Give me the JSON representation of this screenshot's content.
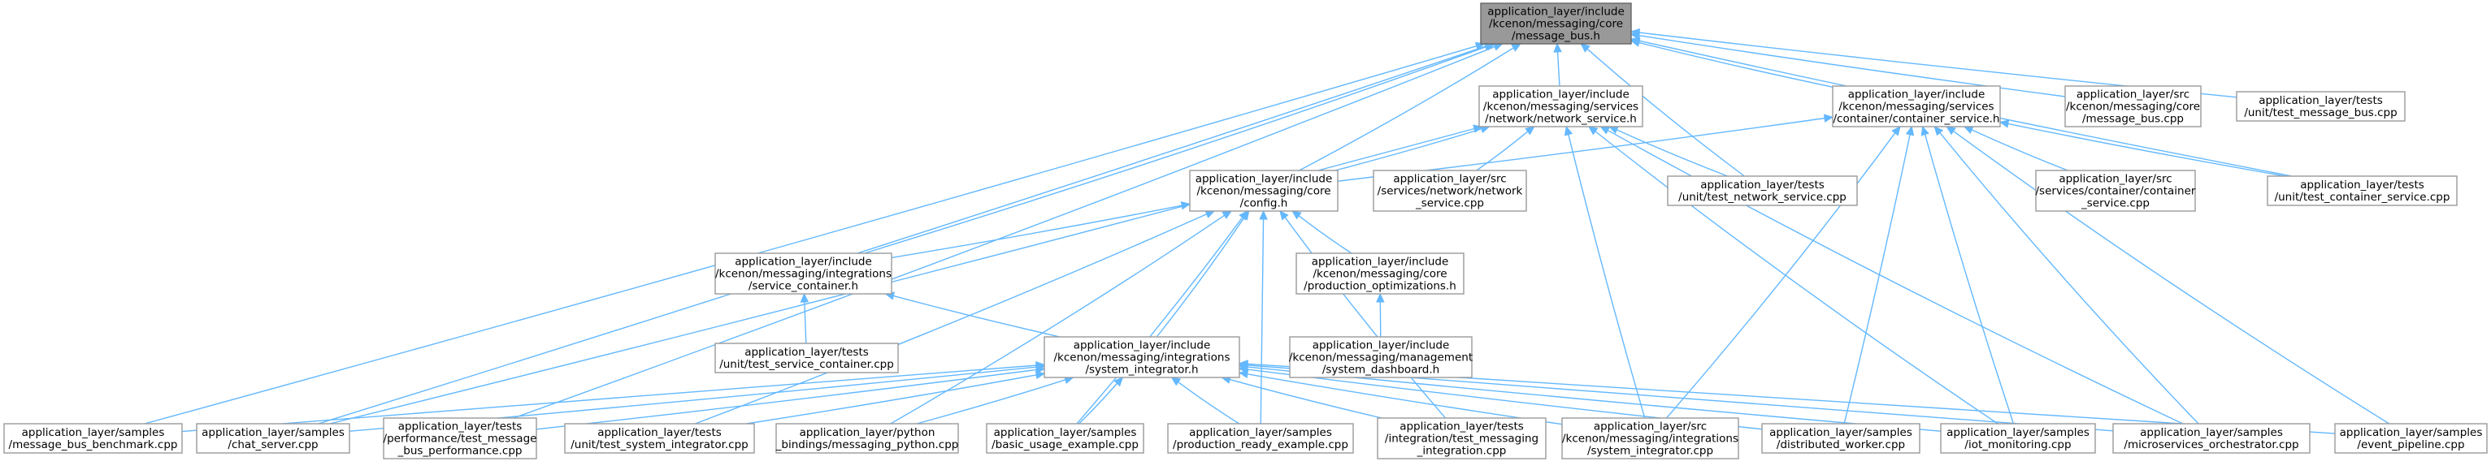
{
  "graph": {
    "edge_color": "#63b8ff",
    "nodes": [
      {
        "id": "message_bus_h",
        "lines": [
          "application_layer/include",
          "/kcenon/messaging/core",
          "/message_bus.h"
        ],
        "focus": true
      },
      {
        "id": "network_service_h",
        "lines": [
          "application_layer/include",
          "/kcenon/messaging/services",
          "/network/network_service.h"
        ]
      },
      {
        "id": "container_service_h",
        "lines": [
          "application_layer/include",
          "/kcenon/messaging/services",
          "/container/container_service.h"
        ]
      },
      {
        "id": "src_message_bus_cpp",
        "lines": [
          "application_layer/src",
          "/kcenon/messaging/core",
          "/message_bus.cpp"
        ]
      },
      {
        "id": "test_message_bus_cpp",
        "lines": [
          "application_layer/tests",
          "/unit/test_message_bus.cpp"
        ]
      },
      {
        "id": "config_h",
        "lines": [
          "application_layer/include",
          "/kcenon/messaging/core",
          "/config.h"
        ]
      },
      {
        "id": "src_network_service_cpp",
        "lines": [
          "application_layer/src",
          "/services/network/network",
          "_service.cpp"
        ]
      },
      {
        "id": "test_network_service_cpp",
        "lines": [
          "application_layer/tests",
          "/unit/test_network_service.cpp"
        ]
      },
      {
        "id": "src_container_service_cpp",
        "lines": [
          "application_layer/src",
          "/services/container/container",
          "_service.cpp"
        ]
      },
      {
        "id": "test_container_service_cpp",
        "lines": [
          "application_layer/tests",
          "/unit/test_container_service.cpp"
        ]
      },
      {
        "id": "service_container_h",
        "lines": [
          "application_layer/include",
          "/kcenon/messaging/integrations",
          "/service_container.h"
        ]
      },
      {
        "id": "production_optimizations_h",
        "lines": [
          "application_layer/include",
          "/kcenon/messaging/core",
          "/production_optimizations.h"
        ]
      },
      {
        "id": "test_service_container_cpp",
        "lines": [
          "application_layer/tests",
          "/unit/test_service_container.cpp"
        ]
      },
      {
        "id": "system_integrator_h",
        "lines": [
          "application_layer/include",
          "/kcenon/messaging/integrations",
          "/system_integrator.h"
        ]
      },
      {
        "id": "system_dashboard_h",
        "lines": [
          "application_layer/include",
          "/kcenon/messaging/management",
          "/system_dashboard.h"
        ]
      },
      {
        "id": "message_bus_benchmark_cpp",
        "lines": [
          "application_layer/samples",
          "/message_bus_benchmark.cpp"
        ]
      },
      {
        "id": "chat_server_cpp",
        "lines": [
          "application_layer/samples",
          "/chat_server.cpp"
        ]
      },
      {
        "id": "test_message_bus_performance_cpp",
        "lines": [
          "application_layer/tests",
          "/performance/test_message",
          "_bus_performance.cpp"
        ]
      },
      {
        "id": "test_system_integrator_cpp",
        "lines": [
          "application_layer/tests",
          "/unit/test_system_integrator.cpp"
        ]
      },
      {
        "id": "messaging_python_cpp",
        "lines": [
          "application_layer/python",
          "_bindings/messaging_python.cpp"
        ]
      },
      {
        "id": "basic_usage_example_cpp",
        "lines": [
          "application_layer/samples",
          "/basic_usage_example.cpp"
        ]
      },
      {
        "id": "production_ready_example_cpp",
        "lines": [
          "application_layer/samples",
          "/production_ready_example.cpp"
        ]
      },
      {
        "id": "test_messaging_integration_cpp",
        "lines": [
          "application_layer/tests",
          "/integration/test_messaging",
          "_integration.cpp"
        ]
      },
      {
        "id": "src_system_integrator_cpp",
        "lines": [
          "application_layer/src",
          "/kcenon/messaging/integrations",
          "/system_integrator.cpp"
        ]
      },
      {
        "id": "distributed_worker_cpp",
        "lines": [
          "application_layer/samples",
          "/distributed_worker.cpp"
        ]
      },
      {
        "id": "iot_monitoring_cpp",
        "lines": [
          "application_layer/samples",
          "/iot_monitoring.cpp"
        ]
      },
      {
        "id": "microservices_orchestrator_cpp",
        "lines": [
          "application_layer/samples",
          "/microservices_orchestrator.cpp"
        ]
      },
      {
        "id": "event_pipeline_cpp",
        "lines": [
          "application_layer/samples",
          "/event_pipeline.cpp"
        ]
      }
    ],
    "edges": [
      [
        "network_service_h",
        "message_bus_h"
      ],
      [
        "container_service_h",
        "message_bus_h"
      ],
      [
        "src_message_bus_cpp",
        "message_bus_h"
      ],
      [
        "test_message_bus_cpp",
        "message_bus_h"
      ],
      [
        "config_h",
        "message_bus_h"
      ],
      [
        "service_container_h",
        "message_bus_h"
      ],
      [
        "test_network_service_cpp",
        "message_bus_h"
      ],
      [
        "test_container_service_cpp",
        "message_bus_h"
      ],
      [
        "message_bus_benchmark_cpp",
        "message_bus_h"
      ],
      [
        "chat_server_cpp",
        "message_bus_h"
      ],
      [
        "test_message_bus_performance_cpp",
        "message_bus_h"
      ],
      [
        "config_h",
        "network_service_h"
      ],
      [
        "src_network_service_cpp",
        "network_service_h"
      ],
      [
        "test_network_service_cpp",
        "network_service_h"
      ],
      [
        "chat_server_cpp",
        "network_service_h"
      ],
      [
        "src_system_integrator_cpp",
        "network_service_h"
      ],
      [
        "iot_monitoring_cpp",
        "network_service_h"
      ],
      [
        "microservices_orchestrator_cpp",
        "network_service_h"
      ],
      [
        "config_h",
        "container_service_h"
      ],
      [
        "src_container_service_cpp",
        "container_service_h"
      ],
      [
        "test_container_service_cpp",
        "container_service_h"
      ],
      [
        "src_system_integrator_cpp",
        "container_service_h"
      ],
      [
        "distributed_worker_cpp",
        "container_service_h"
      ],
      [
        "iot_monitoring_cpp",
        "container_service_h"
      ],
      [
        "microservices_orchestrator_cpp",
        "container_service_h"
      ],
      [
        "event_pipeline_cpp",
        "container_service_h"
      ],
      [
        "service_container_h",
        "config_h"
      ],
      [
        "production_optimizations_h",
        "config_h"
      ],
      [
        "system_integrator_h",
        "config_h"
      ],
      [
        "test_system_integrator_cpp",
        "config_h"
      ],
      [
        "messaging_python_cpp",
        "config_h"
      ],
      [
        "basic_usage_example_cpp",
        "config_h"
      ],
      [
        "production_ready_example_cpp",
        "config_h"
      ],
      [
        "test_messaging_integration_cpp",
        "config_h"
      ],
      [
        "test_service_container_cpp",
        "service_container_h"
      ],
      [
        "system_integrator_h",
        "service_container_h"
      ],
      [
        "system_dashboard_h",
        "production_optimizations_h"
      ],
      [
        "message_bus_benchmark_cpp",
        "system_integrator_h"
      ],
      [
        "chat_server_cpp",
        "system_integrator_h"
      ],
      [
        "test_message_bus_performance_cpp",
        "system_integrator_h"
      ],
      [
        "test_system_integrator_cpp",
        "system_integrator_h"
      ],
      [
        "messaging_python_cpp",
        "system_integrator_h"
      ],
      [
        "basic_usage_example_cpp",
        "system_integrator_h"
      ],
      [
        "production_ready_example_cpp",
        "system_integrator_h"
      ],
      [
        "test_messaging_integration_cpp",
        "system_integrator_h"
      ],
      [
        "src_system_integrator_cpp",
        "system_integrator_h"
      ],
      [
        "distributed_worker_cpp",
        "system_integrator_h"
      ],
      [
        "iot_monitoring_cpp",
        "system_integrator_h"
      ],
      [
        "microservices_orchestrator_cpp",
        "system_integrator_h"
      ],
      [
        "event_pipeline_cpp",
        "system_integrator_h"
      ]
    ]
  }
}
